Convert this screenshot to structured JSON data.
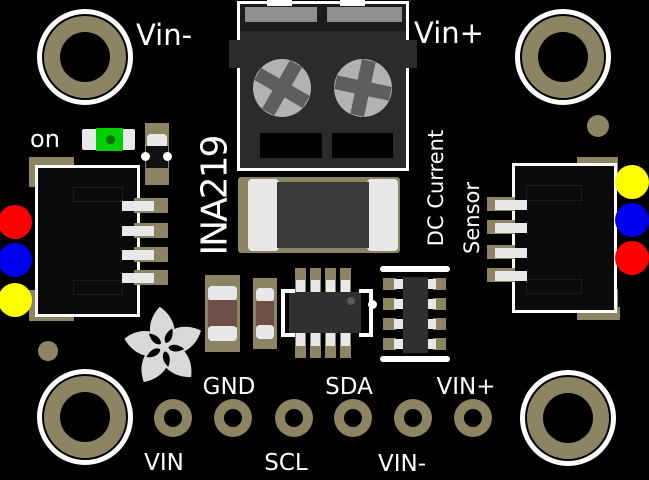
{
  "board": {
    "title": "INA219 DC current sensor breakout board",
    "silkscreen": {
      "vin_minus_top": "Vin-",
      "vin_plus_top": "Vin+",
      "led_label": "on",
      "chip_label": "INA219",
      "product_line1": "DC Current",
      "product_line2": "Sensor"
    },
    "bottom_pins": [
      {
        "label": "VIN",
        "label_side": "below"
      },
      {
        "label": "GND",
        "label_side": "above"
      },
      {
        "label": "SCL",
        "label_side": "below"
      },
      {
        "label": "SDA",
        "label_side": "above"
      },
      {
        "label": "VIN-",
        "label_side": "below"
      },
      {
        "label": "VIN+",
        "label_side": "above"
      }
    ],
    "wire_markers_left": [
      {
        "color": "red",
        "hex": "#ff0000"
      },
      {
        "color": "blue",
        "hex": "#0000ee"
      },
      {
        "color": "yellow",
        "hex": "#ffff00"
      }
    ],
    "wire_markers_right": [
      {
        "color": "yellow",
        "hex": "#ffff00"
      },
      {
        "color": "blue",
        "hex": "#0000ee"
      },
      {
        "color": "red",
        "hex": "#ff0000"
      }
    ],
    "colors": {
      "pcb": "#000000",
      "pad_gold": "#8d8464",
      "silkscreen": "#ffffff",
      "led_on_green": "#00cf00",
      "terminal_block": "#2b2b2b",
      "screw_metal": "#b2b2b2",
      "component_gray": "#303030",
      "shunt_gray": "#3a3a3a",
      "resistor_brown": "#6e4e46",
      "logo_gray": "#d9d9d9"
    }
  }
}
